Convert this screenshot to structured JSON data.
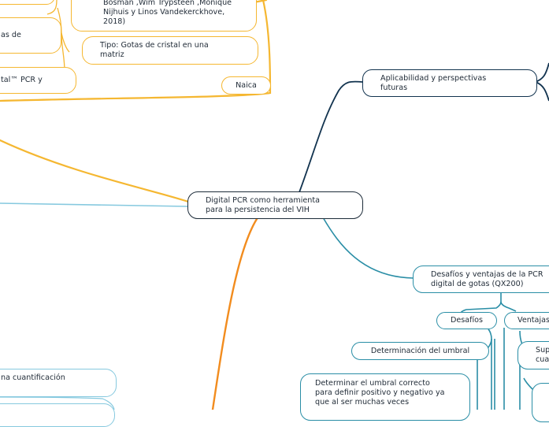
{
  "map": {
    "central": "Digital PCR como herramienta\npara la persistencia del VIH",
    "applicability": "Aplicabilidad y perspectivas\nfuturas",
    "challenges_main": "Desafíos y ventajas de la PCR\ndigital de gotas (QX200)",
    "desafios": "Desafíos",
    "ventajas": "Ventajas",
    "umbral": "Determinación del umbral",
    "umbral_detail": "Determinar el umbral correcto\npara definir positivo y negativo ya\nque al ser muchas veces",
    "ventaja_1": "Sup\ncua",
    "ventaja_2": "",
    "reference": "Bosman ,Wim Trypsteen ,Monique\nNijhuis y Linos Vandekerckhove,\n2018)",
    "tipo": "Tipo: Gotas de cristal en una\nmatriz",
    "naica": "Naica",
    "left_1": "as de",
    "left_2": "tal™ PCR y",
    "left_bottom_1": "na cuantificación",
    "left_bottom_2": ""
  },
  "colors": {
    "yellow": "#f5b731",
    "orange": "#f28c1e",
    "navy": "#12334f",
    "teal": "#2a8ea6",
    "light_blue": "#86c9df"
  }
}
